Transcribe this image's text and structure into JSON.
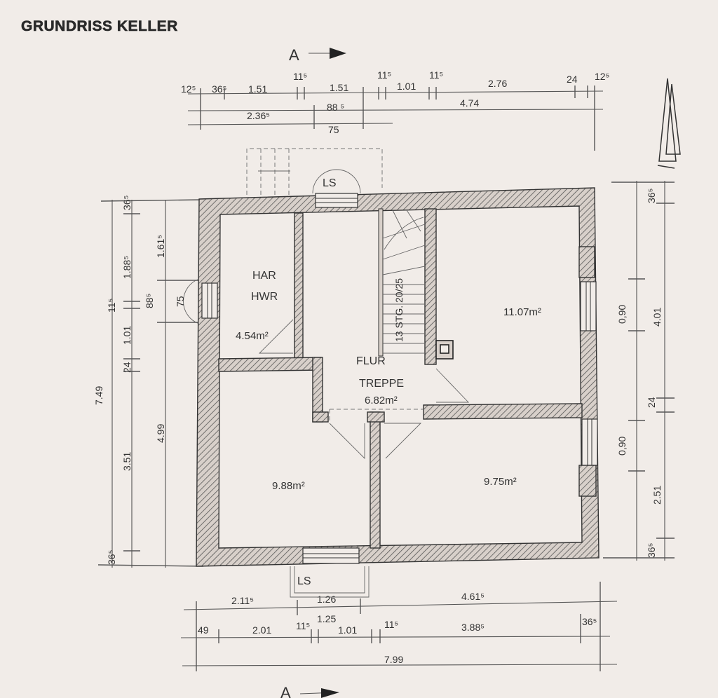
{
  "title": "GRUNDRISS KELLER",
  "section_marker": "A",
  "rooms": {
    "har_line1": "HAR",
    "har_line2": "HWR",
    "har_area": "4.54m²",
    "flur_line1": "FLUR",
    "flur_line2": "TREPPE",
    "flur_area": "6.82m²",
    "room_ne_area": "11.07m²",
    "room_sw_area": "9.88m²",
    "room_se_area": "9.75m²",
    "stairs": "13 STG. 20/25"
  },
  "openings": {
    "ls_top": "LS",
    "ls_bottom": "LS",
    "door_west": "75"
  },
  "dims_top": {
    "r1": [
      "12⁵",
      "36⁵",
      "1.51",
      "11⁵",
      "1.51",
      "11⁵",
      "1.01",
      "11⁵",
      "2.76",
      "24",
      "12⁵"
    ],
    "r2": [
      "2.36⁵",
      "88 ⁵",
      "4.74"
    ],
    "r3": [
      "75"
    ]
  },
  "dims_left": {
    "total": "7.49",
    "outer": [
      "36⁵",
      "1.88⁵",
      "11⁵",
      "1.01",
      "24",
      "3.51",
      "36⁵"
    ],
    "inner": [
      "1.61⁵",
      "88⁵",
      "4.99"
    ]
  },
  "dims_right": {
    "outer": [
      "36⁵",
      "4.01",
      "24",
      "2.51",
      "36⁵"
    ],
    "inner": [
      "0,90",
      "0,90"
    ]
  },
  "dims_bottom": {
    "r1": [
      "2.11⁵",
      "1.26",
      "4.61⁵"
    ],
    "r2": [
      "49",
      "2.01",
      "11⁵",
      "1.25",
      "1.01",
      "11⁵",
      "3.88⁵",
      "36⁵"
    ],
    "r3": [
      "7.99"
    ]
  }
}
